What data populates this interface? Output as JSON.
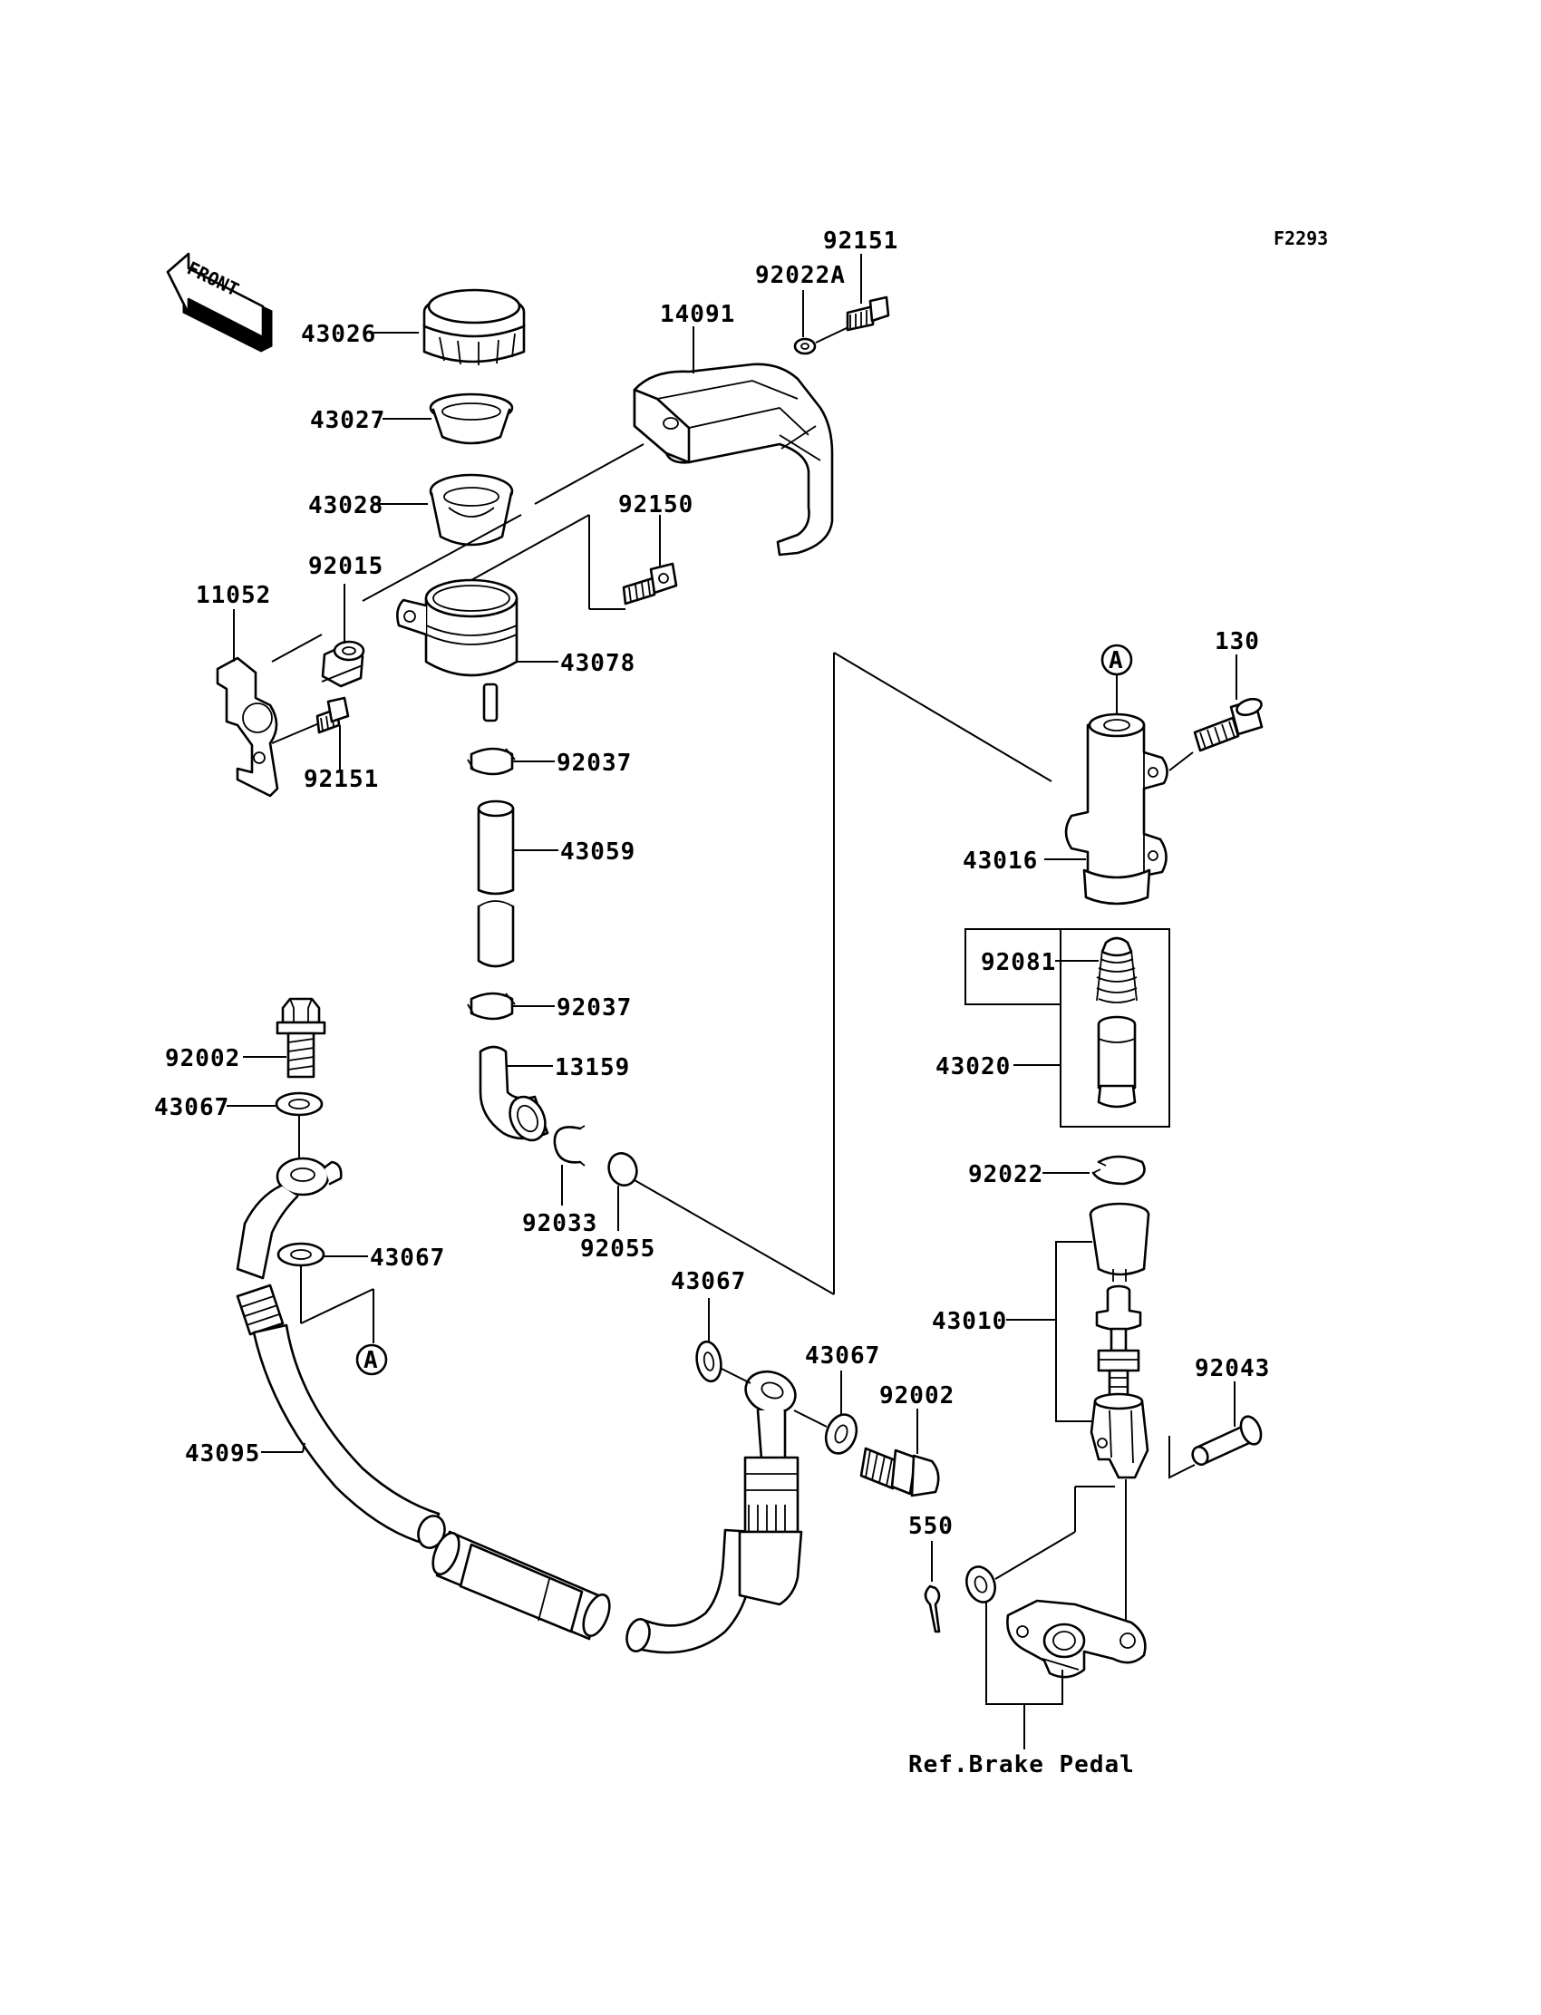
{
  "figure_code": "F2293",
  "front_label": "FRONT",
  "ref_text": "Ref.Brake Pedal",
  "marker_a": "A",
  "labels": {
    "p92151_top": "92151",
    "p92022A": "92022A",
    "p14091": "14091",
    "p43026": "43026",
    "p43027": "43027",
    "p43028": "43028",
    "p92150": "92150",
    "p92015": "92015",
    "p11052": "11052",
    "p43078": "43078",
    "p92151_left": "92151",
    "p92037_a": "92037",
    "p43059": "43059",
    "p92037_b": "92037",
    "p13159": "13159",
    "p92033": "92033",
    "p92055": "92055",
    "p92002_left": "92002",
    "p43067_a": "43067",
    "p43067_b": "43067",
    "p43095": "43095",
    "p43067_c": "43067",
    "p43067_d": "43067",
    "p92002_right": "92002",
    "p550": "550",
    "p130": "130",
    "p43016": "43016",
    "p92081": "92081",
    "p43020": "43020",
    "p92022": "92022",
    "p43010": "43010",
    "p92043": "92043"
  }
}
